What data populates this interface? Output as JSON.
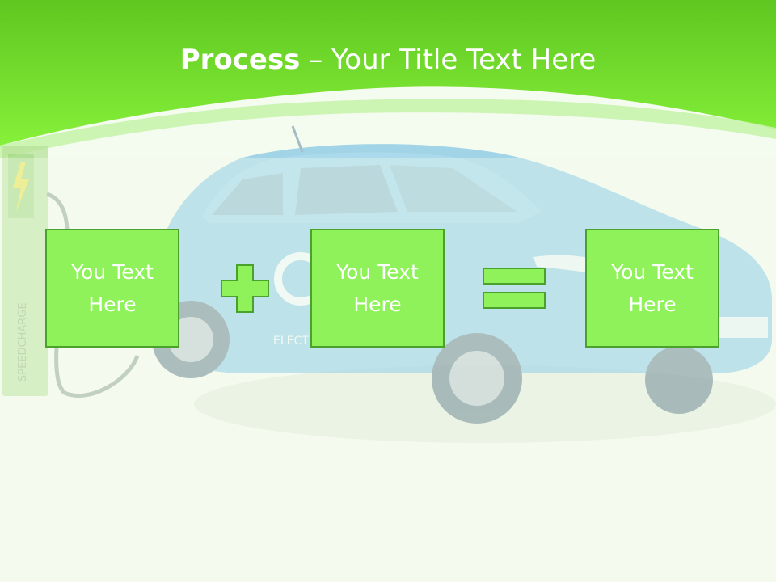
{
  "slide": {
    "title_bold": "Process",
    "title_rest": " – Your Title Text Here",
    "boxes": [
      {
        "text": "You Text Here"
      },
      {
        "text": "You Text Here"
      },
      {
        "text": "You Text Here"
      }
    ],
    "operators": [
      "plus-icon",
      "equals-icon"
    ],
    "background_image": {
      "charger_label": "SPEEDCHARGE",
      "car_label": "ELECT"
    }
  },
  "colors": {
    "header_green": "#6fe02c",
    "box_fill": "#8ff25a",
    "box_border": "#4aa12c",
    "background": "#f4fbef",
    "car_blue": "#7ec8e0"
  }
}
